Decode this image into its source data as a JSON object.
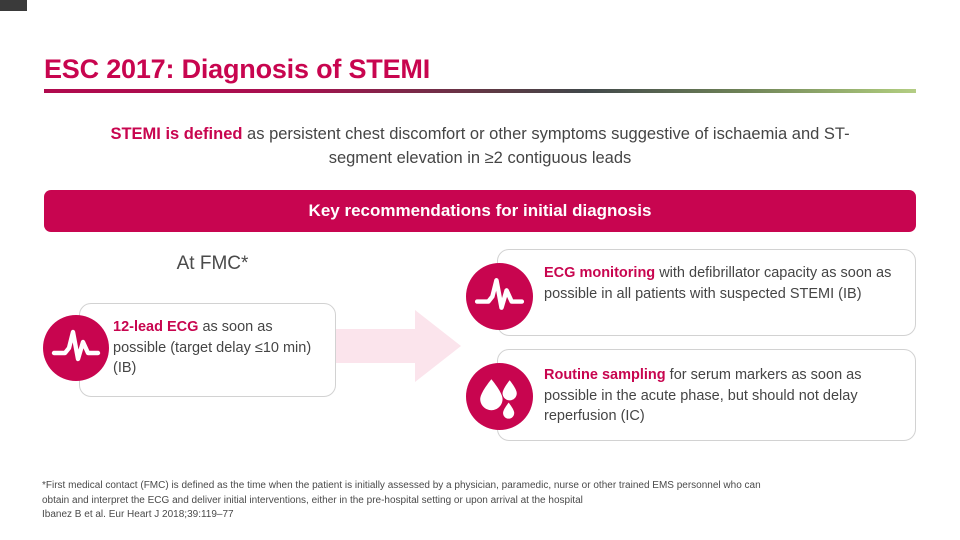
{
  "slide": {
    "title": "ESC 2017: Diagnosis of STEMI",
    "subtitle": {
      "lead": "STEMI is defined",
      "rest": " as persistent chest discomfort or other symptoms suggestive of ischaemia and ST-segment elevation in ≥2 contiguous leads"
    },
    "banner": "Key recommendations for initial diagnosis",
    "section_heading": "At FMC*"
  },
  "cards": {
    "left": {
      "icon": "ecg-waveform-icon",
      "lead": "12-lead ECG",
      "rest": " as soon as possible (target delay ≤10 min) (IB)"
    },
    "right_1": {
      "icon": "ecg-waveform-icon",
      "lead": "ECG monitoring",
      "rest": " with defibrillator capacity as soon as possible in all patients with suspected STEMI (IB)"
    },
    "right_2": {
      "icon": "blood-droplets-icon",
      "lead": "Routine sampling",
      "rest": " for serum markers as soon as possible in the acute phase, but should not delay reperfusion (IC)"
    }
  },
  "footnotes": {
    "line1": "*First medical contact (FMC) is defined as the time when the patient is initially assessed by a physician, paramedic, nurse or other trained EMS personnel who can",
    "line2": "obtain and interpret the ECG and deliver initial interventions, either in the pre-hospital setting or upon arrival at the hospital",
    "line3": "Ibanez B et al. Eur Heart J 2018;39:119–77"
  },
  "colors": {
    "crimson": "#c8054f",
    "text_gray": "#454545",
    "arrow_pink": "#fbe4ec",
    "card_border": "#d2d2d2"
  }
}
